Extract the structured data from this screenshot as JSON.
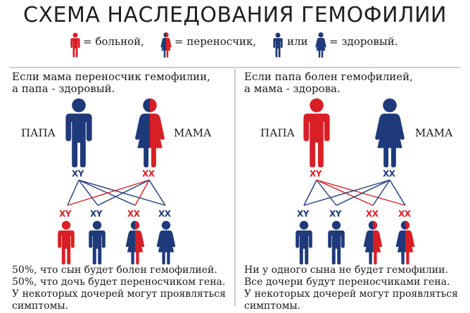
{
  "title": "СХЕМА НАСЛЕДОВАНИЯ ГЕМОФИЛИИ",
  "legend": {
    "sick": "= больной,",
    "carrier": "= переносчик,",
    "or": "или",
    "healthy": "= здоровый."
  },
  "colors": {
    "sick": "#d81f26",
    "healthy": "#1f3a7a",
    "line_red": "#d81f26",
    "line_blue": "#1f3a7a"
  },
  "left": {
    "heading_line1": "Если мама переносчик гемофилии,",
    "heading_line2": "а папа - здоровый.",
    "father_label": "ПАПА",
    "mother_label": "МАМА",
    "father_geno": "XY",
    "mother_geno": "XX",
    "children_geno": [
      "XY",
      "XY",
      "XX",
      "XX"
    ],
    "conclusion": [
      "50%, что сын будет болен гемофилией.",
      "50%, что дочь будет переносчиком гена.",
      "У некоторых дочерей могут проявляться",
      "симптомы."
    ]
  },
  "right": {
    "heading_line1": "Если папа болен гемофилией,",
    "heading_line2": "а мама - здорова.",
    "father_label": "ПАПА",
    "mother_label": "МАМА",
    "father_geno": "XY",
    "mother_geno": "XX",
    "children_geno": [
      "XY",
      "XY",
      "XX",
      "XX"
    ],
    "conclusion": [
      "Ни у одного сына не будет гемофилии.",
      "Все дочери будут переносчиками гена.",
      "У некоторых дочерей могут проявляться",
      "симптомы."
    ]
  }
}
